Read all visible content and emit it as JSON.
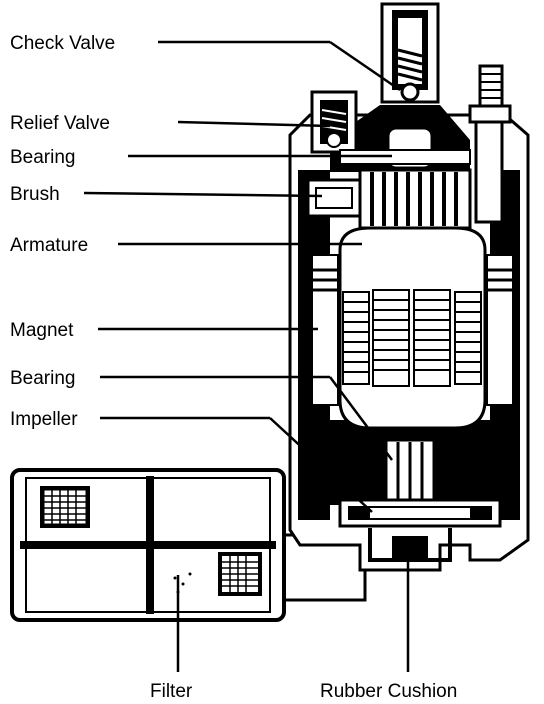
{
  "labels": {
    "check_valve": "Check Valve",
    "relief_valve": "Relief Valve",
    "bearing_top": "Bearing",
    "brush": "Brush",
    "armature": "Armature",
    "magnet": "Magnet",
    "bearing_bottom": "Bearing",
    "impeller": "Impeller",
    "filter": "Filter",
    "rubber_cushion": "Rubber Cushion"
  },
  "colors": {
    "ink": "#000000",
    "paper": "#ffffff",
    "shade": "#d9d9d9"
  }
}
